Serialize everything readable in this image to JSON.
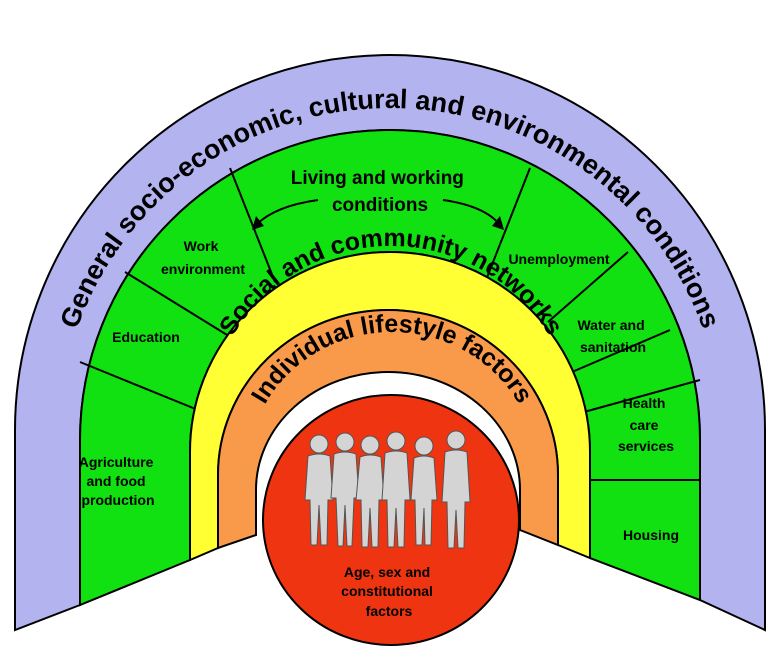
{
  "layers": {
    "outer": "General socio-economic, cultural and environmental conditions",
    "social": "Social and community networks",
    "individual": "Individual lifestyle factors",
    "core": [
      "Age, sex and",
      "constitutional",
      "factors"
    ]
  },
  "living_working": [
    "Living and working",
    "conditions"
  ],
  "segments_left": {
    "agriculture": [
      "Agriculture",
      "and food",
      "production"
    ],
    "education": [
      "Education"
    ],
    "work": [
      "Work",
      "environment"
    ]
  },
  "segments_right": {
    "unemployment": [
      "Unemployment"
    ],
    "water": [
      "Water and",
      "sanitation"
    ],
    "health": [
      "Health",
      "care",
      "services"
    ],
    "housing": [
      "Housing"
    ]
  },
  "colors": {
    "outer": "#b3b3f0",
    "green": "#11e011",
    "yellow": "#ffff33",
    "orange": "#f99a4a",
    "core": "#ee3410",
    "figures": "#d4d4d4",
    "stroke": "#000000"
  }
}
